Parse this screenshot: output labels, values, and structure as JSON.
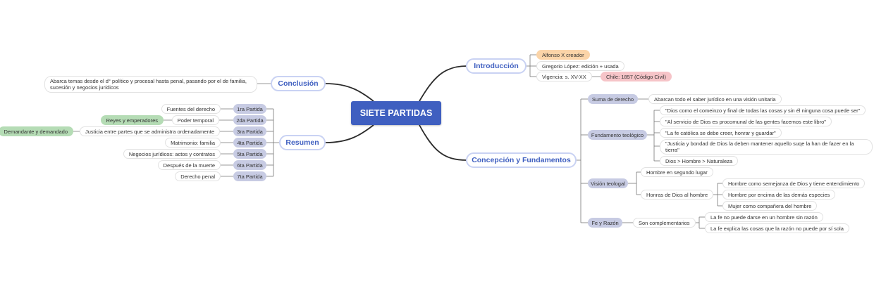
{
  "center": "SIETE PARTIDAS",
  "intro": {
    "title": "Introducción",
    "creator": "Alfonso X creador",
    "gregorio": "Gregorio López: edición + usada",
    "vigencia": "Vigencia: s. XV-XX",
    "chile": "Chile: 1857 (Código Civil)"
  },
  "conclusion": {
    "title": "Conclusión",
    "text": "Abarca temas desde el d° político y procesal hasta penal, pasando por el de familia, sucesión y negocios jurídicos"
  },
  "resumen": {
    "title": "Resumen",
    "partidas": [
      {
        "label": "1ra Partida",
        "desc": "Fuentes del derecho"
      },
      {
        "label": "2da Partida",
        "desc": "Poder temporal",
        "extra": "Reyes y emperadores"
      },
      {
        "label": "3ra Partida",
        "desc": "Justicia entre partes que se administra ordenadamente",
        "extra": "Demandante y demandado"
      },
      {
        "label": "4ta Partida",
        "desc": "Matrimonio: familia"
      },
      {
        "label": "5ta Partida",
        "desc": "Negocios jurídicos: actos y contratos"
      },
      {
        "label": "6ta Partida",
        "desc": "Después de la muerte"
      },
      {
        "label": "7ta Partida",
        "desc": "Derecho penal"
      }
    ]
  },
  "concepcion": {
    "title": "Concepción y Fundamentos",
    "suma": {
      "label": "Suma de derecho",
      "text": "Abarcan todo el saber jurídico en una visión unitaria"
    },
    "fundamento": {
      "label": "Fundamento teológico",
      "items": [
        "\"Dios como el comeinzo y final de todas las cosas y sin él ninguna cosa puede ser\"",
        "\"Al servicio de Dios es procomunal de las gentes facemos este libro\"",
        "\"La fe católica se debe creer, honrar y guardar\"",
        "\"Justicia y bondad de Dios la deben mantener aquello suqe la han de fazer en la tierra\"",
        "Dios > Hombre > Naturaleza"
      ]
    },
    "vision": {
      "label": "Visión teologal",
      "segundo": "Hombre en segundo lugar",
      "honras": "Honras de Dios al hombre",
      "honras_items": [
        "Hombre como semejanza de Dios y tiene entendimiento",
        "Hombre por encima de las demás especies",
        "Mujer como compañera del hombre"
      ]
    },
    "fe": {
      "label": "Fe y Razón",
      "comp": "Son complementarios",
      "items": [
        "La fe no puede darse en un hombre sin razón",
        "La fe explica las cosas que la razón no puede por sí sola"
      ]
    }
  }
}
